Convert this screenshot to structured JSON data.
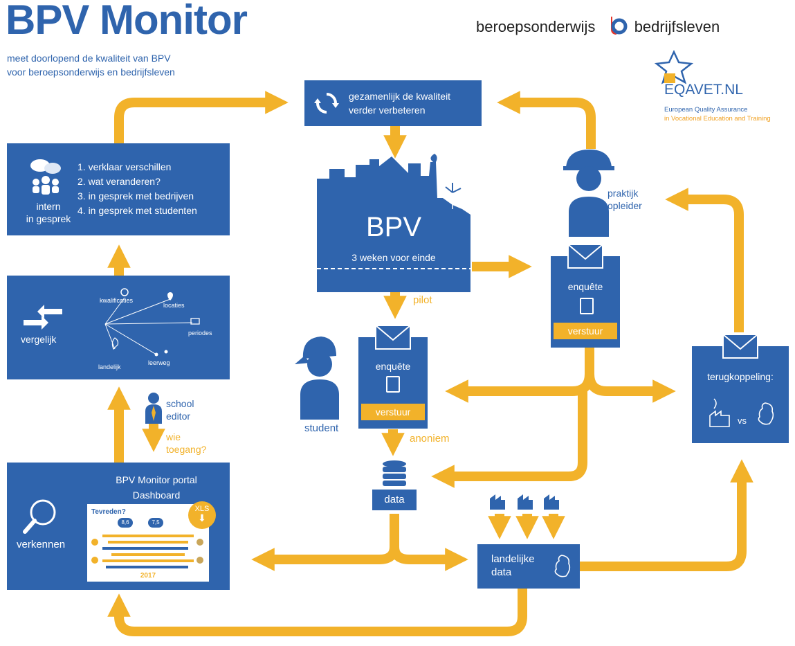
{
  "header": {
    "title": "BPV Monitor",
    "subtitle_line1": "meet doorlopend de kwaliteit van BPV",
    "subtitle_line2": "voor beroepsonderwijs en bedrijfsleven"
  },
  "brand": {
    "left": "beroepsonderwijs",
    "right": "bedrijfsleven",
    "eqavet": "EQAVET.NL",
    "eqavet_sub1": "European Quality Assurance",
    "eqavet_sub2": "in Vocational Education and Training"
  },
  "improve": {
    "line1": "gezamenlijk de kwaliteit",
    "line2": "verder verbeteren"
  },
  "bpv": {
    "title": "BPV",
    "sub": "3 weken voor einde",
    "pilot": "pilot"
  },
  "intern": {
    "label1": "intern",
    "label2": "in gesprek",
    "steps": [
      "1. verklaar verschillen",
      "2. wat veranderen?",
      "3. in gesprek met bedrijven",
      "4. in gesprek met studenten"
    ]
  },
  "compare": {
    "label": "vergelijk",
    "items": [
      "kwalificaties",
      "locaties",
      "periodes",
      "leerweg",
      "landelijk"
    ]
  },
  "school": {
    "line1": "school",
    "line2": "editor",
    "q1": "wie",
    "q2": "toegang?"
  },
  "portal": {
    "title1": "BPV Monitor portal",
    "title2": "Dashboard",
    "label": "verkennen",
    "tevreden": "Tevreden?",
    "xls": "XLS",
    "year": "2017",
    "score1": "8,6",
    "score2": "7,5"
  },
  "survey_student": {
    "label": "enquête",
    "button": "verstuur",
    "person": "student",
    "anon": "anoniem"
  },
  "survey_trainer": {
    "label": "enquête",
    "button": "verstuur",
    "person1": "praktijk",
    "person2": "opleider"
  },
  "data": {
    "label": "data"
  },
  "national": {
    "line1": "landelijke",
    "line2": "data"
  },
  "feedback": {
    "label": "terugkoppeling:",
    "vs": "vs"
  },
  "colors": {
    "blue": "#2f64ad",
    "orange": "#f2b22a",
    "red": "#e4352a"
  }
}
